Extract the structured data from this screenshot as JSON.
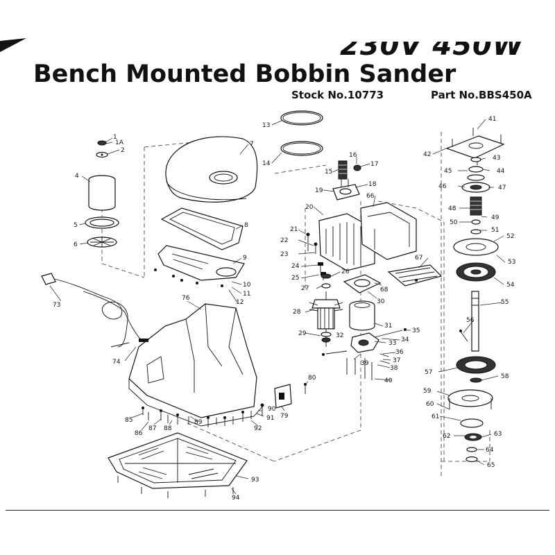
{
  "header": {
    "voltage_rating": "230V 450W",
    "title": "Bench Mounted Bobbin Sander",
    "stock_number": "Stock No.10773",
    "part_number": "Part No.BBS450A"
  },
  "callouts": {
    "c1": "1",
    "c1a": "1A",
    "c2": "2",
    "c4": "4",
    "c5": "5",
    "c6": "6",
    "c7": "7",
    "c8": "8",
    "c9": "9",
    "c10": "10",
    "c11": "11",
    "c12": "12",
    "c13": "13",
    "c14": "14",
    "c15": "15",
    "c16": "16",
    "c17": "17",
    "c18": "18",
    "c19": "19",
    "c20": "20",
    "c21": "21",
    "c22": "22",
    "c23": "23",
    "c24": "24",
    "c25": "25",
    "c26": "26",
    "c27": "27",
    "c28": "28",
    "c29": "29",
    "c30": "30",
    "c31": "31",
    "c32": "32",
    "c33": "33",
    "c34": "34",
    "c35": "35",
    "c36": "36",
    "c37": "37",
    "c38": "38",
    "c39": "39",
    "c40": "40",
    "c41": "41",
    "c42": "42",
    "c43": "43",
    "c44": "44",
    "c45": "45",
    "c46": "46",
    "c47": "47",
    "c48": "48",
    "c49": "49",
    "c50": "50",
    "c51": "51",
    "c52": "52",
    "c53": "53",
    "c54": "54",
    "c55": "55",
    "c56": "56",
    "c57": "57",
    "c58": "58",
    "c59": "59",
    "c60": "60",
    "c61": "61",
    "c62": "62",
    "c63": "63",
    "c64": "64",
    "c65": "65",
    "c66": "66",
    "c67": "67",
    "c68": "68",
    "c73": "73",
    "c74": "74",
    "c76": "76",
    "c79": "79",
    "c80": "80",
    "c85": "85",
    "c86": "86",
    "c87": "87",
    "c88": "88",
    "c89": "89",
    "c90": "90",
    "c91": "91",
    "c92": "92",
    "c93": "93",
    "c94": "94"
  }
}
